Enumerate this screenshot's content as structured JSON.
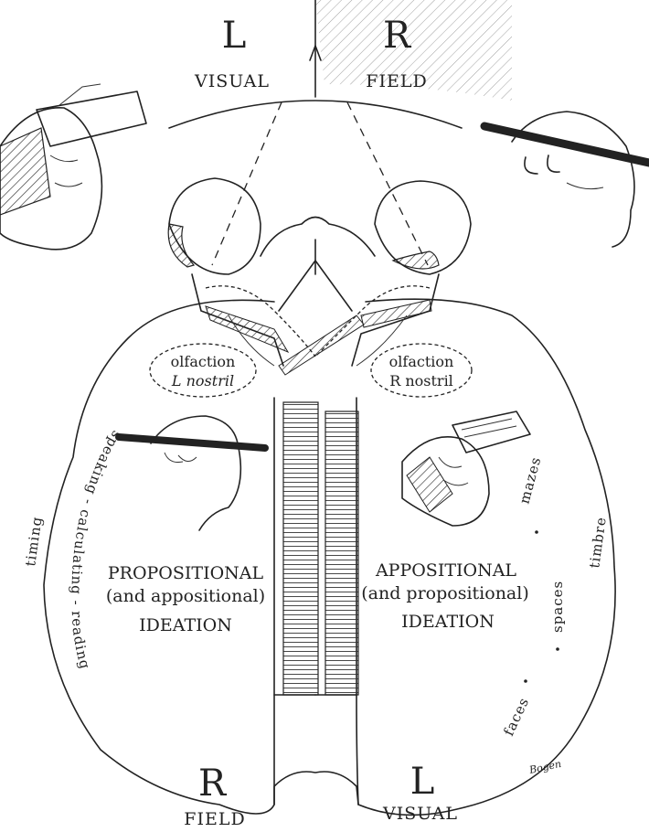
{
  "top": {
    "left_letter": "L",
    "right_letter": "R",
    "left_word": "VISUAL",
    "right_word": "FIELD"
  },
  "bottom": {
    "left_letter": "R",
    "right_letter": "L",
    "left_word": "FIELD",
    "right_word": "VISUAL"
  },
  "olfaction": {
    "left_line1": "olfaction",
    "left_line2": "L nostril",
    "right_line1": "olfaction",
    "right_line2": "R nostril"
  },
  "left_hemisphere": {
    "line1": "PROPOSITIONAL",
    "line2": "(and appositional)",
    "line3": "IDEATION",
    "skill_timing": "timing",
    "skill_speaking": "speaking - calculating - reading"
  },
  "right_hemisphere": {
    "line1": "APPOSITIONAL",
    "line2": "(and propositional)",
    "line3": "IDEATION",
    "skill_mazes": "mazes",
    "skill_timbre": "timbre",
    "skill_spaces": "spaces",
    "skill_faces": "faces"
  },
  "signature": "Bogen"
}
